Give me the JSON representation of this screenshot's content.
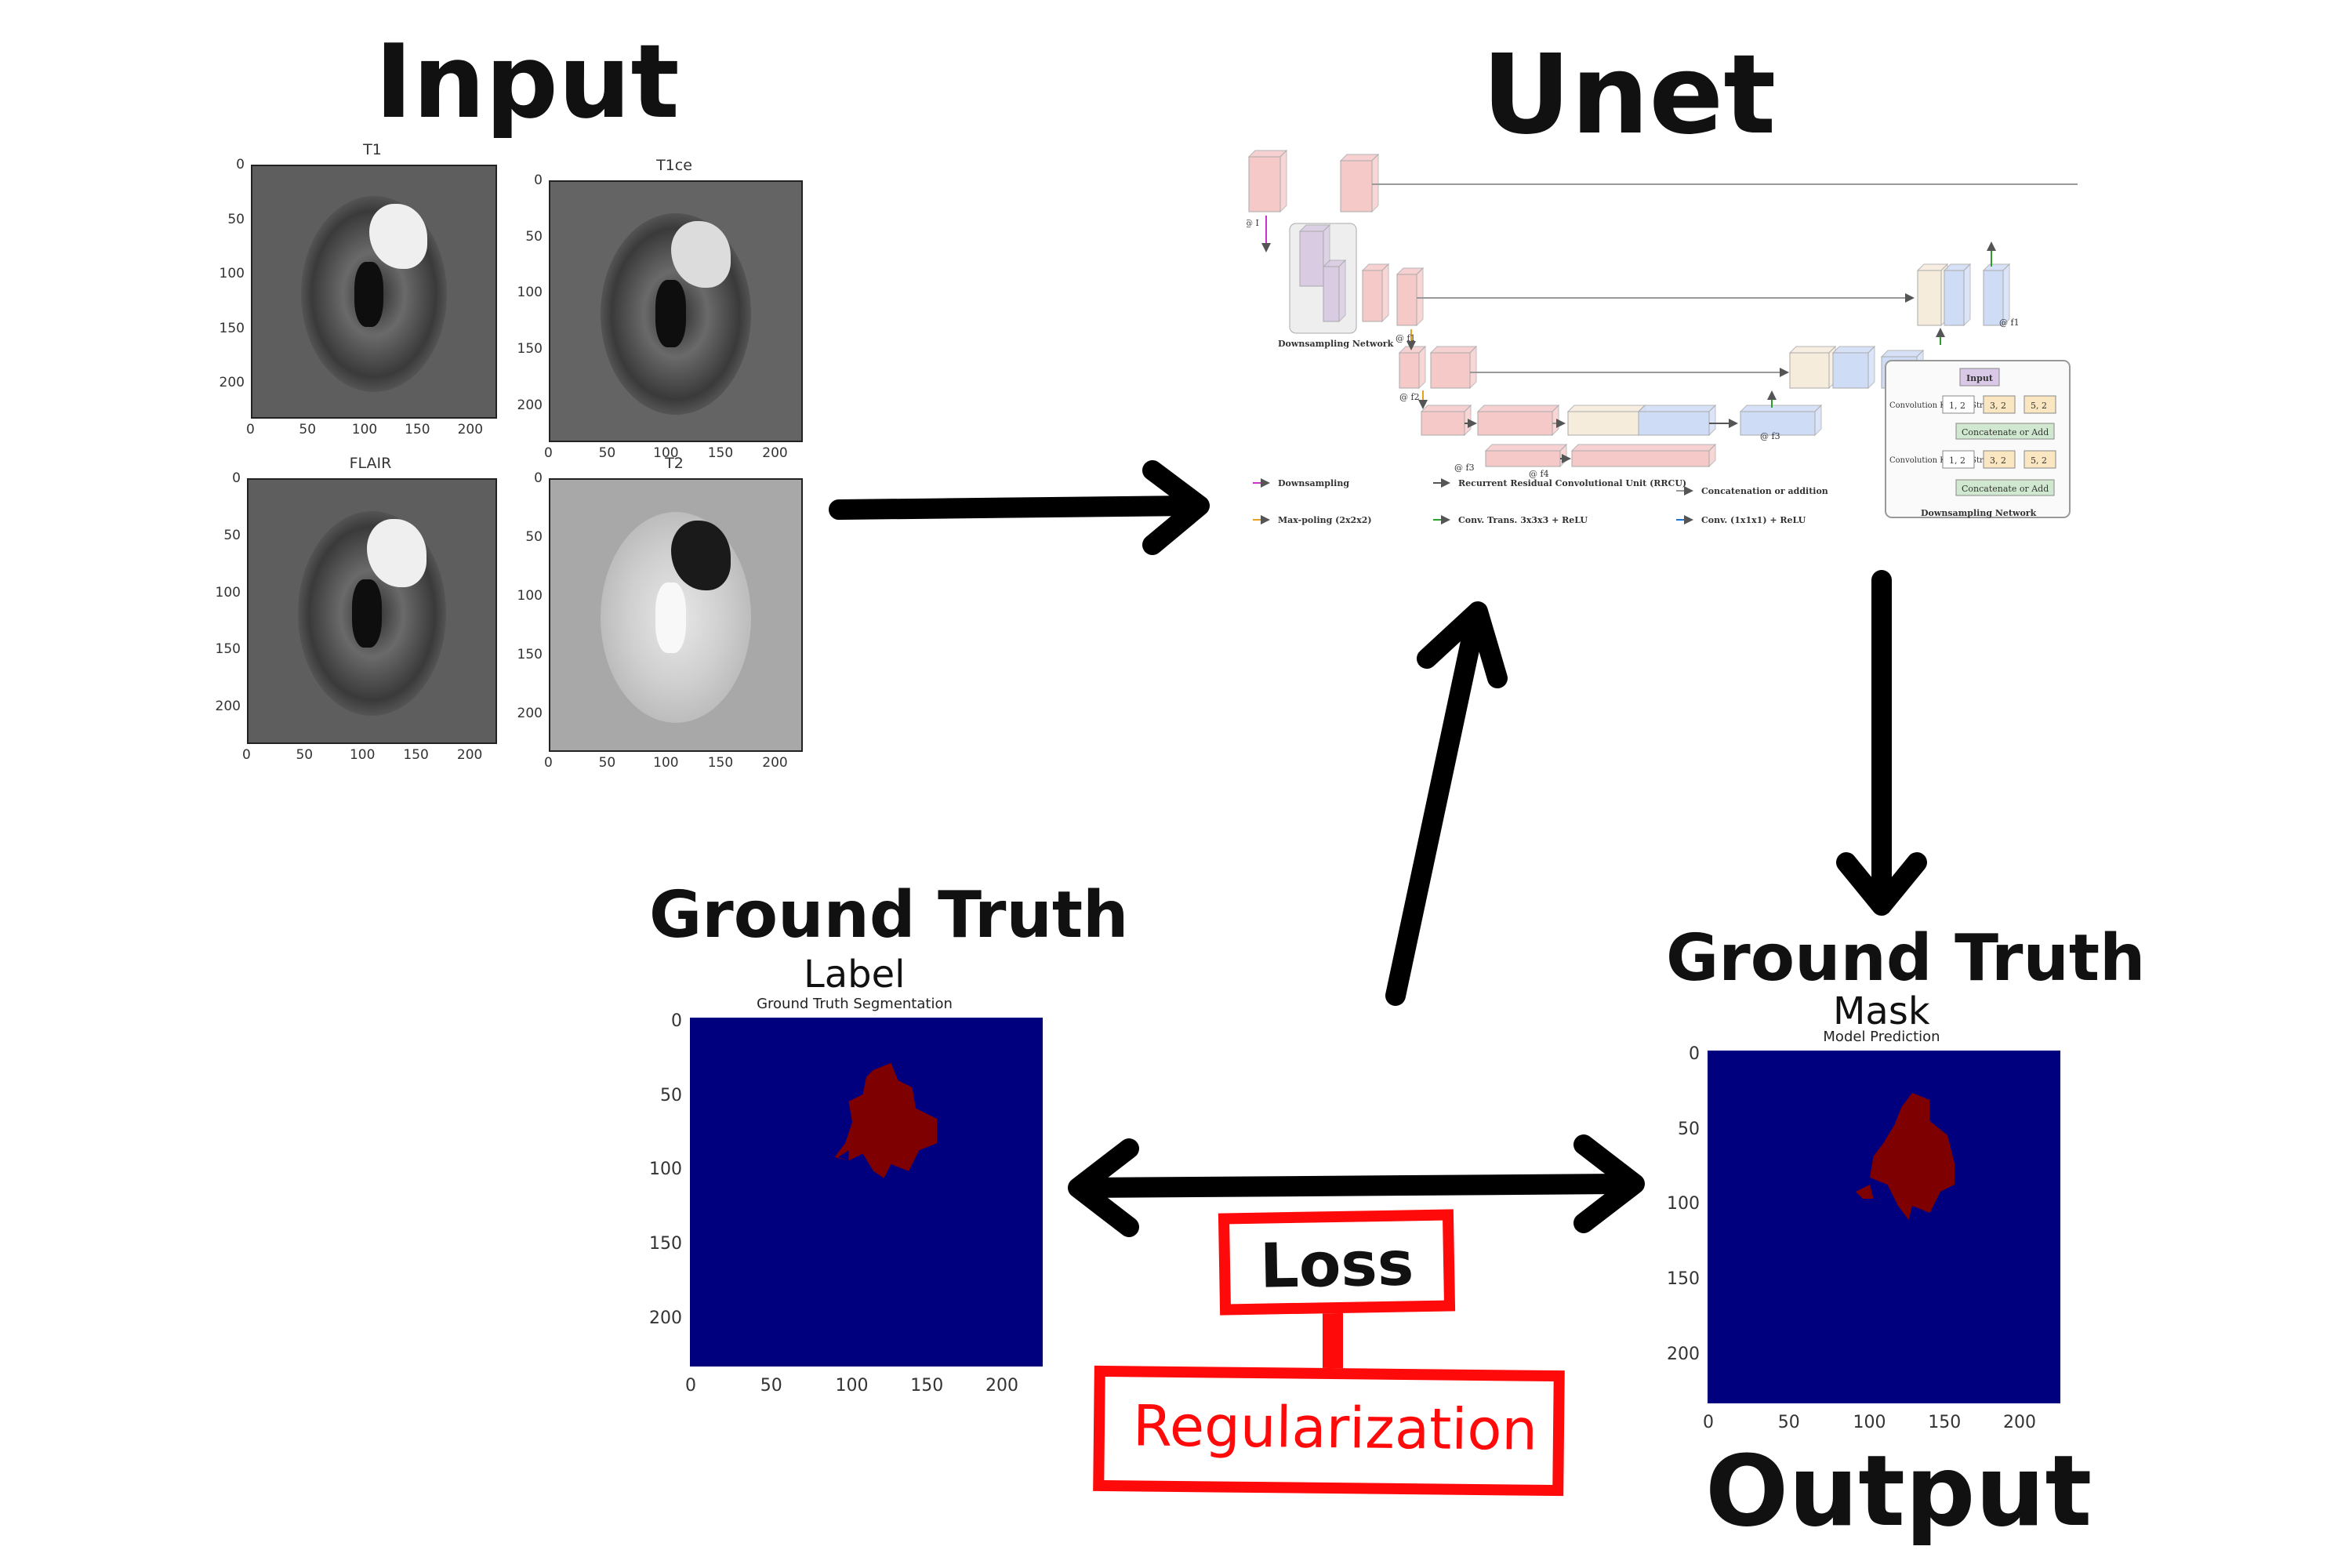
{
  "headings": {
    "input": "Input",
    "unet": "Unet",
    "gt_label_title": "Ground Truth",
    "gt_label_sub": "Label",
    "gt_mask_title": "Ground Truth",
    "gt_mask_sub": "Mask",
    "output": "Output"
  },
  "mri_panels": [
    {
      "title": "T1"
    },
    {
      "title": "T1ce"
    },
    {
      "title": "FLAIR"
    },
    {
      "title": "T2"
    }
  ],
  "axis_ticks": {
    "x": [
      "0",
      "50",
      "100",
      "150",
      "200"
    ],
    "y": [
      "0",
      "50",
      "100",
      "150",
      "200"
    ]
  },
  "segmentation_plots": {
    "label_title": "Ground Truth Segmentation",
    "prediction_title": "Model Prediction",
    "background_color": "#00007f",
    "tumor_color": "#7f0000"
  },
  "unet_diagram": {
    "level_labels": [
      "@ I",
      "@ f1",
      "@ f2",
      "@ f3",
      "@ f4",
      "@ I",
      "@ f1",
      "@ f2",
      "@ f3"
    ],
    "downsampling_network_label": "Downsampling Network",
    "legend": [
      {
        "label": "Downsampling",
        "color": "#cc33cc"
      },
      {
        "label": "Recurrent Residual Convolutional Unit (RRCU)",
        "color": "#555555"
      },
      {
        "label": "Concatenation or addition",
        "color": "#999999"
      },
      {
        "label": "Max-poling (2x2x2)",
        "color": "#e6a020"
      },
      {
        "label": "Conv. Trans. 3x3x3 + ReLU",
        "color": "#2ca02c"
      },
      {
        "label": "Conv. (1x1x1) + ReLU",
        "color": "#1f77d4"
      }
    ],
    "inset": {
      "title": "Downsampling Network",
      "input_label": "Input",
      "row_label": "Convolution Kernel, Stride",
      "cells": [
        "1, 2",
        "3, 2",
        "5, 2"
      ],
      "concat_label": "Concatenate or Add"
    }
  },
  "loss": {
    "loss_label": "Loss",
    "regularization_label": "Regularization",
    "color": "#ff0a0a"
  }
}
